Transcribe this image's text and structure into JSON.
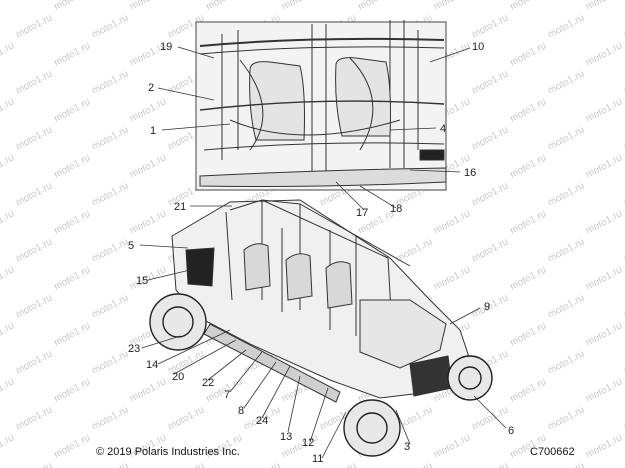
{
  "footer": {
    "copyright": "© 2019 Polaris Industries Inc.",
    "figure_id": "C700662"
  },
  "watermark_text": "moto1.ru",
  "callouts": [
    "19",
    "10",
    "2",
    "1",
    "4",
    "16",
    "21",
    "17",
    "18",
    "5",
    "15",
    "9",
    "23",
    "14",
    "20",
    "22",
    "7",
    "8",
    "24",
    "13",
    "12",
    "11",
    "3",
    "6"
  ],
  "colors": {
    "line": "#333333",
    "watermark": "#c9c9c9"
  }
}
